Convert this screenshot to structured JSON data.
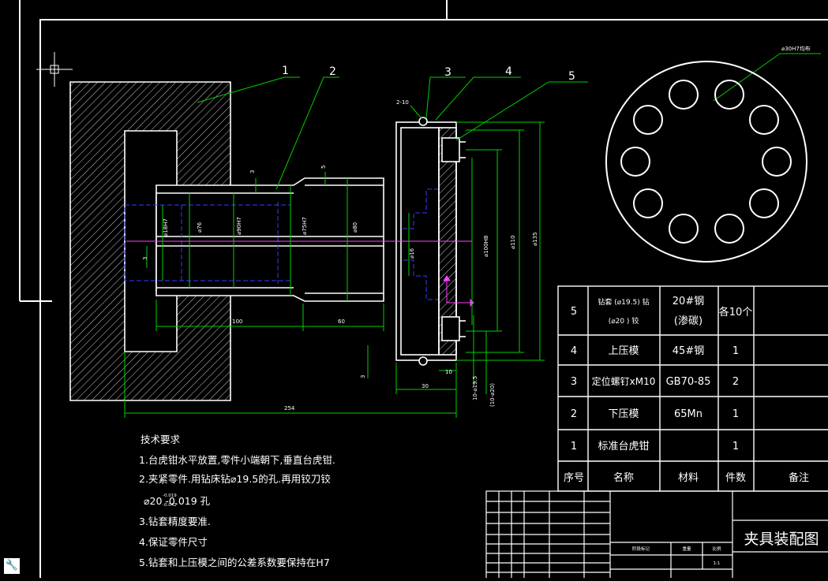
{
  "drawing": {
    "part_labels": [
      "1",
      "2",
      "3",
      "4",
      "5"
    ],
    "hole_callout": "⌀30H7均布",
    "dimensions": {
      "d_inner_top": "⌀18H7",
      "d_76": "⌀76",
      "d_90": "⌀90H7",
      "d_75": "⌀75H7",
      "d_80": "⌀80",
      "d_16": "⌀16",
      "d_100": "⌀100H8",
      "d_110": "⌀110",
      "d_135": "⌀135",
      "len_100": "100",
      "len_60": "60",
      "len_254": "254",
      "len_30": "30",
      "len_10": "10",
      "step_3a": "3",
      "step_5": "5",
      "step_3b": "3",
      "step_3c": "3",
      "chamfer": "2-10",
      "bore_19": "10-⌀19.5",
      "bore_20": "(10-⌀20)"
    }
  },
  "parts_table": {
    "rows": [
      {
        "no": "5",
        "name_line1": "钻套 (⌀19.5) 钻",
        "name_line2": "(⌀20 ) 铰",
        "mat_line1": "20#钢",
        "mat_line2": "(渗碳)",
        "qty": "各10个",
        "remark": ""
      },
      {
        "no": "4",
        "name": "上压模",
        "material": "45#钢",
        "qty": "1",
        "remark": ""
      },
      {
        "no": "3",
        "name": "定位螺钉xM10",
        "material": "GB70-85",
        "qty": "2",
        "remark": ""
      },
      {
        "no": "2",
        "name": "下压模",
        "material": "65Mn",
        "qty": "1",
        "remark": ""
      },
      {
        "no": "1",
        "name": "标准台虎钳",
        "material": "",
        "qty": "1",
        "remark": ""
      }
    ],
    "header": {
      "no": "序号",
      "name": "名称",
      "material": "材料",
      "qty": "件数",
      "remark": "备注"
    }
  },
  "tech_requirements": {
    "title": "技术要求",
    "items": [
      "1.台虎钳水平放置,零件小端朝下,垂直台虎钳.",
      "2.夹紧零件.用钻床钻⌀19.5的孔.再用铰刀铰",
      "⌀20 -0.019 孔",
      "3.钻套精度要准.",
      "4.保证零件尺寸",
      "5.钻套和上压模之间的公差系数要保持在H7"
    ],
    "tol_upper": "-0.019",
    "tol_lower": "-0.042"
  },
  "title_block": {
    "title": "夹具装配图",
    "scale": "1:1",
    "scale_label": "比例",
    "weight_label": "重量",
    "stage_label": "阶段标记"
  }
}
